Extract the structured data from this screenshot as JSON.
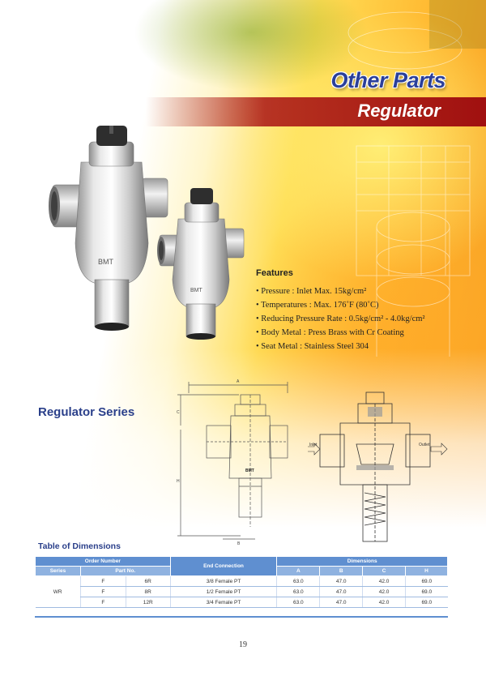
{
  "header": {
    "title": "Other Parts",
    "subtitle": "Regulator"
  },
  "features": {
    "heading": "Features",
    "items": [
      "• Pressure        : Inlet Max. 15kg/cm²",
      "• Temperatures : Max. 176˚F (80˚C)",
      "• Reducing Pressure Rate : 0.5kg/cm² -  4.0kg/cm²",
      "• Body Metal    : Press Brass with Cr Coating",
      "• Seat Metal     : Stainless Steel 304"
    ]
  },
  "series_title": "Regulator  Series",
  "drawing": {
    "dim_a": "A",
    "dim_b": "B",
    "dim_c": "C",
    "dim_h": "H",
    "brand": "BMT",
    "inlet": "Inlet",
    "outlet": "Outlet"
  },
  "table": {
    "title": "Table of Dimensions",
    "header": {
      "order_number": "Order Number",
      "end_connection": "End Connection",
      "dimensions": "Dimensions",
      "series": "Series",
      "part_no": "Part No.",
      "a": "A",
      "b": "B",
      "c": "C",
      "h": "H"
    },
    "series_value": "WR",
    "rows": [
      {
        "type": "F",
        "part": "6R",
        "conn": "3/8   Female PT",
        "a": "63.0",
        "b": "47.0",
        "c": "42.0",
        "h": "69.0"
      },
      {
        "type": "F",
        "part": "8R",
        "conn": "1/2   Female PT",
        "a": "63.0",
        "b": "47.0",
        "c": "42.0",
        "h": "69.0"
      },
      {
        "type": "F",
        "part": "12R",
        "conn": "3/4   Female PT",
        "a": "63.0",
        "b": "47.0",
        "c": "42.0",
        "h": "69.0"
      }
    ]
  },
  "page_number": "19"
}
